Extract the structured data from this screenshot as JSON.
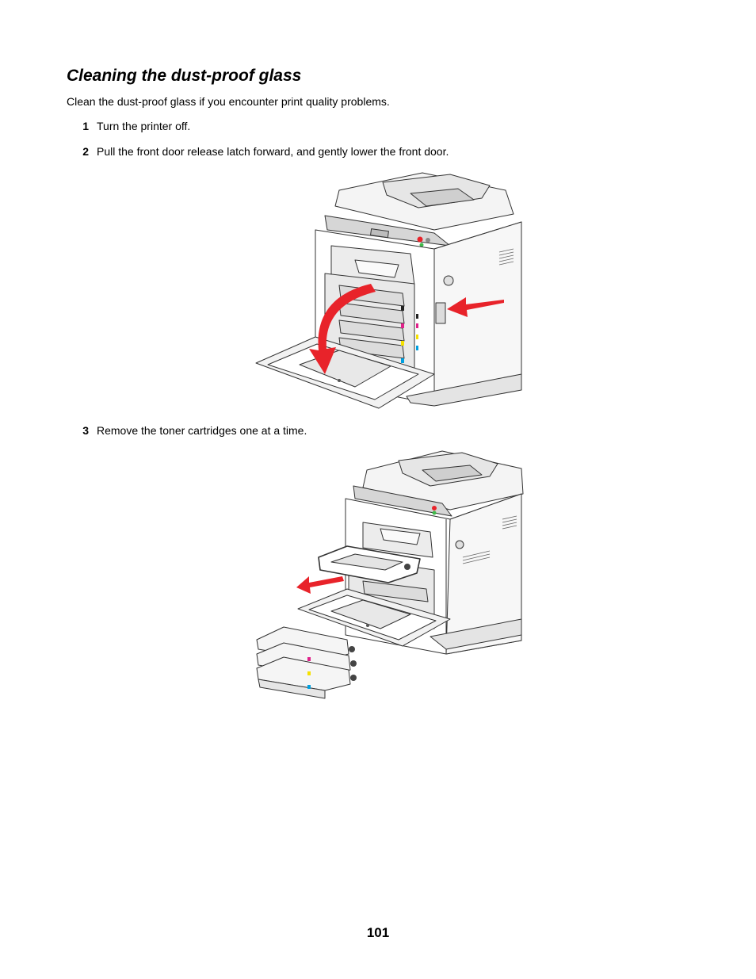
{
  "heading": "Cleaning the dust-proof glass",
  "intro": "Clean the dust-proof glass if you encounter print quality problems.",
  "steps": [
    {
      "number": "1",
      "text": "Turn the printer off."
    },
    {
      "number": "2",
      "text": "Pull the front door release latch forward, and gently lower the front door."
    },
    {
      "number": "3",
      "text": "Remove the toner cartridges one at a time."
    }
  ],
  "page_number": "101",
  "colors": {
    "arrow": "#e8232a",
    "outline": "#333333",
    "shade": "#d9d9d9",
    "magenta": "#e0218a",
    "yellow": "#f5e100",
    "cyan": "#00a0e0"
  }
}
